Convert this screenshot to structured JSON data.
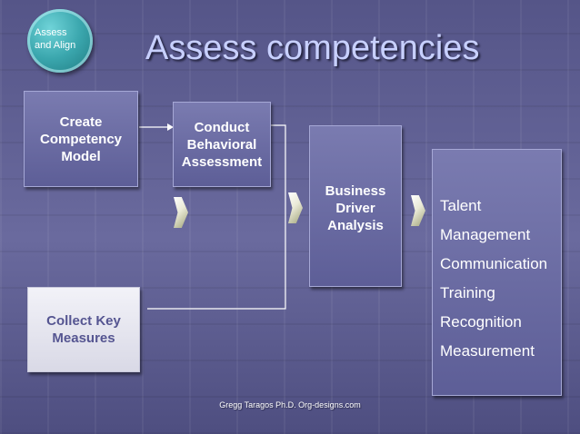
{
  "badge": {
    "line1": "Assess",
    "line2": "and Align"
  },
  "title": "Assess competencies",
  "boxes": {
    "create": [
      "Create",
      "Competency",
      "Model"
    ],
    "conduct": [
      "Conduct",
      "Behavioral",
      "Assessment"
    ],
    "business": [
      "Business",
      "Driver",
      "Analysis"
    ],
    "collect": [
      "Collect Key",
      "Measures"
    ]
  },
  "outcomes": [
    "Talent",
    "Management",
    "Communication",
    "Training",
    "Recognition",
    "Measurement"
  ],
  "footer": "Gregg Taragos Ph.D.  Org-designs.com",
  "colors": {
    "background": "#5a5a8c",
    "title": "#c8d0ff",
    "badge": "#3aa6ad",
    "box": "#6b6ca3"
  }
}
